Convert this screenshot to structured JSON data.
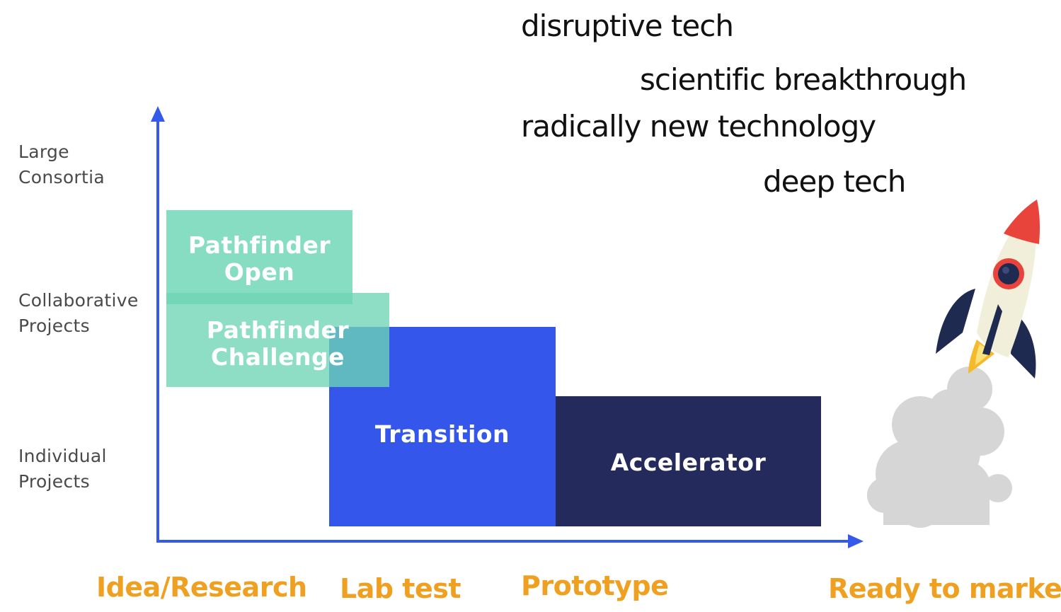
{
  "keywords": [
    "disruptive tech",
    "scientific breakthrough",
    "radically new technology",
    "deep tech"
  ],
  "y_axis": {
    "levels": [
      {
        "line1": "Large",
        "line2": "Consortia"
      },
      {
        "line1": "Collaborative",
        "line2": "Projects"
      },
      {
        "line1": "Individual",
        "line2": "Projects"
      }
    ]
  },
  "x_axis": {
    "stages": [
      "Idea/Research",
      "Lab test",
      "Prototype",
      "Ready to market"
    ]
  },
  "boxes": {
    "pathfinder_open": {
      "line1": "Pathfinder",
      "line2": "Open"
    },
    "pathfinder_challenge": {
      "line1": "Pathfinder",
      "line2": "Challenge"
    },
    "transition": {
      "label": "Transition"
    },
    "accelerator": {
      "label": "Accelerator"
    }
  },
  "colors": {
    "axis": "#3559e8",
    "pathfinder": "#6dd5b4",
    "transition": "#3456ea",
    "accelerator": "#242a5b",
    "stage_text": "#f0a020",
    "rocket_nose": "#e8443c",
    "rocket_body": "#f1efd9",
    "rocket_fins": "#1e2a4f",
    "flame": "#f6b92c",
    "smoke": "#d6d6d6"
  },
  "icons": [
    "rocket-icon",
    "smoke-cloud-icon"
  ]
}
